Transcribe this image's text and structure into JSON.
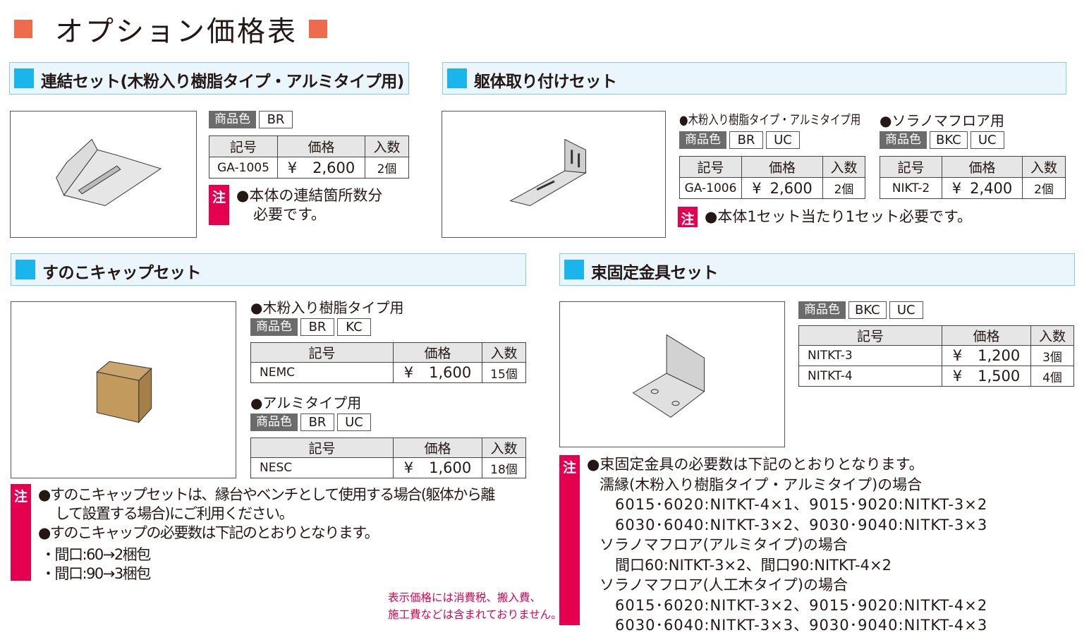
{
  "page_title": "オプション価格表",
  "colors": {
    "title_square": "#ee6c4d",
    "section_square": "#1ab5ea",
    "note": "#e4004f",
    "header_bg": "#eaf5fc"
  },
  "color_label": "商品色",
  "note_mark": "注",
  "table_headers": {
    "code": "記号",
    "price": "価格",
    "qty": "入数"
  },
  "currency": "¥",
  "sections": {
    "s1": {
      "title": "連結セット(木粉入り樹脂タイプ・アルミタイプ用)",
      "colors": [
        "BR"
      ],
      "rows": [
        {
          "code": "GA-1005",
          "price": "2,600",
          "qty": "2個"
        }
      ],
      "note": [
        "●本体の連結箇所数分",
        "必要です。"
      ]
    },
    "s2": {
      "title": "躯体取り付けセット",
      "a": {
        "subtitle": "●木粉入り樹脂タイプ・アルミタイプ用",
        "colors": [
          "BR",
          "UC"
        ],
        "rows": [
          {
            "code": "GA-1006",
            "price": "2,600",
            "qty": "2個"
          }
        ]
      },
      "b": {
        "subtitle": "●ソラノマフロア用",
        "colors": [
          "BKC",
          "UC"
        ],
        "rows": [
          {
            "code": "NIKT-2",
            "price": "2,400",
            "qty": "2個"
          }
        ]
      },
      "note": "●本体1セット当たり1セット必要です。"
    },
    "s3": {
      "title": "すのこキャップセット",
      "a": {
        "subtitle": "●木粉入り樹脂タイプ用",
        "colors": [
          "BR",
          "KC"
        ],
        "rows": [
          {
            "code": "NEMC",
            "price": "1,600",
            "qty": "15個"
          }
        ]
      },
      "b": {
        "subtitle": "●アルミタイプ用",
        "colors": [
          "BR",
          "UC"
        ],
        "rows": [
          {
            "code": "NESC",
            "price": "1,600",
            "qty": "18個"
          }
        ]
      },
      "note": [
        "●すのこキャップセットは、縁台やベンチとして使用する場合(躯体から離",
        "して設置する場合)にご利用ください。",
        "●すのこキャップの必要数は下記のとおりとなります。",
        "・間口:60→2梱包",
        "・間口:90→3梱包"
      ]
    },
    "s4": {
      "title": "束固定金具セット",
      "colors": [
        "BKC",
        "UC"
      ],
      "rows": [
        {
          "code": "NITKT-3",
          "price": "1,200",
          "qty": "3個"
        },
        {
          "code": "NITKT-4",
          "price": "1,500",
          "qty": "4個"
        }
      ],
      "note": [
        "●束固定金具の必要数は下記のとおりとなります。",
        "濡縁(木粉入り樹脂タイプ・アルミタイプ)の場合",
        "6015･6020:NITKT-4×1、9015･9020:NITKT-3×2",
        "6030･6040:NITKT-3×2、9030･9040:NITKT-3×3",
        "ソラノマフロア(アルミタイプ)の場合",
        "間口60:NITKT-3×2、間口90:NITKT-4×2",
        "ソラノマフロア(人工木タイプ)の場合",
        "6015･6020:NITKT-3×2、9015･9020:NITKT-4×2",
        "6030･6040:NITKT-3×3、9030･9040:NITKT-4×3"
      ]
    }
  },
  "footer": [
    "表示価格には消費税、搬入費、",
    "施工費などは含まれておりません。"
  ]
}
